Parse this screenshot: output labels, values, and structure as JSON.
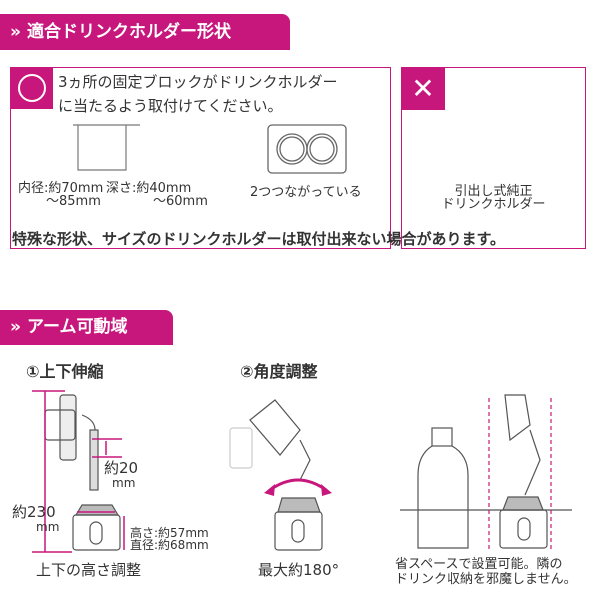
{
  "section1": {
    "title": "適合ドリンクホルダー形状",
    "ok_box": {
      "instruction_line1": "3ヵ所の固定ブロックがドリンクホルダー",
      "instruction_line2": "に当たるよう取付けてください。",
      "inner_diameter_line1": "内径:約70mm",
      "inner_diameter_line2": "～85mm",
      "depth_line1": "深さ:約40mm",
      "depth_line2": "～60mm",
      "connected_label": "2つつながっている"
    },
    "ng_box": {
      "label_line1": "引出し式純正",
      "label_line2": "ドリンクホルダー"
    },
    "note": "特殊な形状、サイズのドリンクホルダーは取付出来ない場合があります。"
  },
  "section2": {
    "title": "アーム可動域",
    "extend": {
      "heading": "①上下伸縮",
      "stroke_line1": "約20",
      "stroke_line2": "mm",
      "total_line1": "約230",
      "total_line2": "mm",
      "height": "高さ:約57mm",
      "diameter": "直径:約68mm",
      "caption": "上下の高さ調整"
    },
    "angle": {
      "heading": "②角度調整",
      "caption": "最大約180°"
    },
    "space": {
      "caption_line1": "省スペースで設置可能。隣の",
      "caption_line2": "ドリンク収納を邪魔しません。"
    }
  },
  "colors": {
    "accent": "#c8177c"
  }
}
